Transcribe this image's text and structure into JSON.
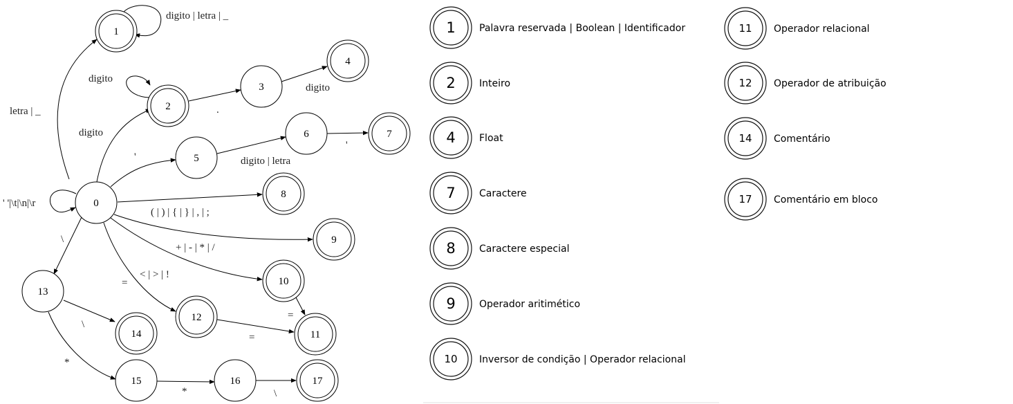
{
  "automaton": {
    "states": [
      {
        "id": "0",
        "label": "0",
        "accepting": false
      },
      {
        "id": "1",
        "label": "1",
        "accepting": true
      },
      {
        "id": "2",
        "label": "2",
        "accepting": true
      },
      {
        "id": "3",
        "label": "3",
        "accepting": false
      },
      {
        "id": "4",
        "label": "4",
        "accepting": true
      },
      {
        "id": "5",
        "label": "5",
        "accepting": false
      },
      {
        "id": "6",
        "label": "6",
        "accepting": false
      },
      {
        "id": "7",
        "label": "7",
        "accepting": true
      },
      {
        "id": "8",
        "label": "8",
        "accepting": true
      },
      {
        "id": "9",
        "label": "9",
        "accepting": true
      },
      {
        "id": "10",
        "label": "10",
        "accepting": true
      },
      {
        "id": "11",
        "label": "11",
        "accepting": true
      },
      {
        "id": "12",
        "label": "12",
        "accepting": true
      },
      {
        "id": "13",
        "label": "13",
        "accepting": false
      },
      {
        "id": "14",
        "label": "14",
        "accepting": true
      },
      {
        "id": "15",
        "label": "15",
        "accepting": false
      },
      {
        "id": "16",
        "label": "16",
        "accepting": false
      },
      {
        "id": "17",
        "label": "17",
        "accepting": true
      }
    ],
    "transitions": [
      {
        "from": "1",
        "to": "1",
        "label": "digito | letra | _"
      },
      {
        "from": "0",
        "to": "1",
        "label": "letra | _"
      },
      {
        "from": "2",
        "to": "2",
        "label": "digito"
      },
      {
        "from": "0",
        "to": "2",
        "label": "digito"
      },
      {
        "from": "2",
        "to": "3",
        "label": "."
      },
      {
        "from": "3",
        "to": "4",
        "label": "digito"
      },
      {
        "from": "0",
        "to": "5",
        "label": "'"
      },
      {
        "from": "5",
        "to": "6",
        "label": "digito | letra"
      },
      {
        "from": "6",
        "to": "7",
        "label": "'"
      },
      {
        "from": "0",
        "to": "0",
        "label": "' '|\\t|\\n|\\r"
      },
      {
        "from": "0",
        "to": "8",
        "label": "( | ) | { | } | , | ;"
      },
      {
        "from": "0",
        "to": "9",
        "label": "+ | - | * | /"
      },
      {
        "from": "0",
        "to": "10",
        "label": "< | > | !"
      },
      {
        "from": "0",
        "to": "12",
        "label": "="
      },
      {
        "from": "10",
        "to": "11",
        "label": "="
      },
      {
        "from": "12",
        "to": "11",
        "label": "="
      },
      {
        "from": "0",
        "to": "13",
        "label": "\\"
      },
      {
        "from": "13",
        "to": "14",
        "label": "\\"
      },
      {
        "from": "13",
        "to": "15",
        "label": "*"
      },
      {
        "from": "15",
        "to": "16",
        "label": "*"
      },
      {
        "from": "16",
        "to": "17",
        "label": "\\"
      }
    ]
  },
  "legend": [
    {
      "state": "1",
      "text": "Palavra reservada | Boolean | Identificador"
    },
    {
      "state": "2",
      "text": "Inteiro"
    },
    {
      "state": "4",
      "text": "Float"
    },
    {
      "state": "7",
      "text": "Caractere"
    },
    {
      "state": "8",
      "text": "Caractere especial"
    },
    {
      "state": "9",
      "text": "Operador aritimético"
    },
    {
      "state": "10",
      "text": "Inversor de condição | Operador relacional"
    },
    {
      "state": "11",
      "text": "Operador relacional"
    },
    {
      "state": "12",
      "text": "Operador de atribuição"
    },
    {
      "state": "14",
      "text": "Comentário"
    },
    {
      "state": "17",
      "text": "Comentário em bloco"
    }
  ]
}
